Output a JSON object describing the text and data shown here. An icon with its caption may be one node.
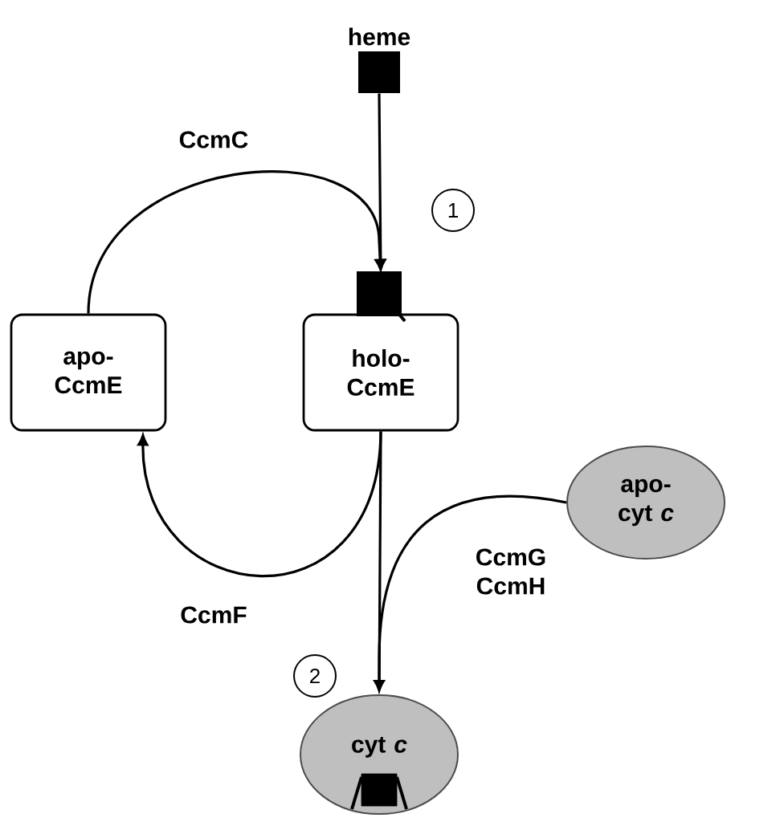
{
  "diagram": {
    "nodes": [
      {
        "text": [
          "heme"
        ]
      },
      {
        "text": [
          "apo- CcmE"
        ]
      },
      {
        "text": [
          "holo- CcmE"
        ]
      },
      {
        "text": [
          "apo- cyt *c*"
        ]
      },
      {
        "text": [
          "cyt *c*"
        ]
      }
    ],
    "edges": [
      {
        "from": 0,
        "to": 2,
        "arrow": "to",
        "label": "1"
      },
      {
        "from": 1,
        "to": 2,
        "arrow": "to",
        "label": "CcmC"
      },
      {
        "from": 2,
        "to": 1,
        "arrow": "to",
        "label": "CcmF"
      },
      {
        "from": 2,
        "to": 4,
        "arrow": "to",
        "label": "2"
      },
      {
        "from": 3,
        "to": 4,
        "arrow": "to",
        "label": "CcmG CcmH"
      }
    ]
  }
}
